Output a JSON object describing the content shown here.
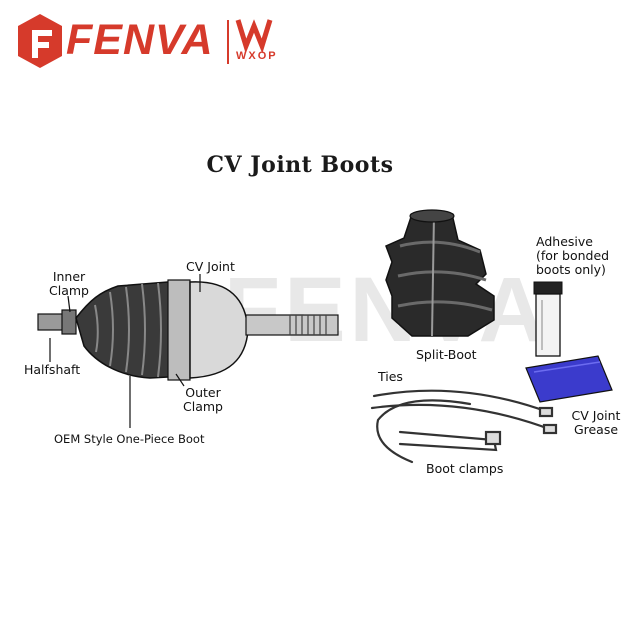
{
  "header": {
    "brand_name": "FENVA",
    "sub_brand": "WXOP"
  },
  "diagram": {
    "title": "CV Joint Boots",
    "watermark": "FENVA",
    "labels": {
      "cv_joint": "CV Joint",
      "inner_clamp_1": "Inner",
      "inner_clamp_2": "Clamp",
      "halfshaft": "Halfshaft",
      "outer_clamp_1": "Outer",
      "outer_clamp_2": "Clamp",
      "oem_boot": "OEM Style One-Piece Boot",
      "adhesive_1": "Adhesive",
      "adhesive_2": "(for bonded",
      "adhesive_3": "boots only)",
      "split_boot": "Split-Boot",
      "ties": "Ties",
      "cv_grease_1": "CV Joint",
      "cv_grease_2": "Grease",
      "boot_clamps": "Boot clamps"
    }
  },
  "colors": {
    "brand_red": "#d63a2b",
    "grease_blue": "#3b3bcc",
    "boot_dark": "#2a2a2a"
  }
}
